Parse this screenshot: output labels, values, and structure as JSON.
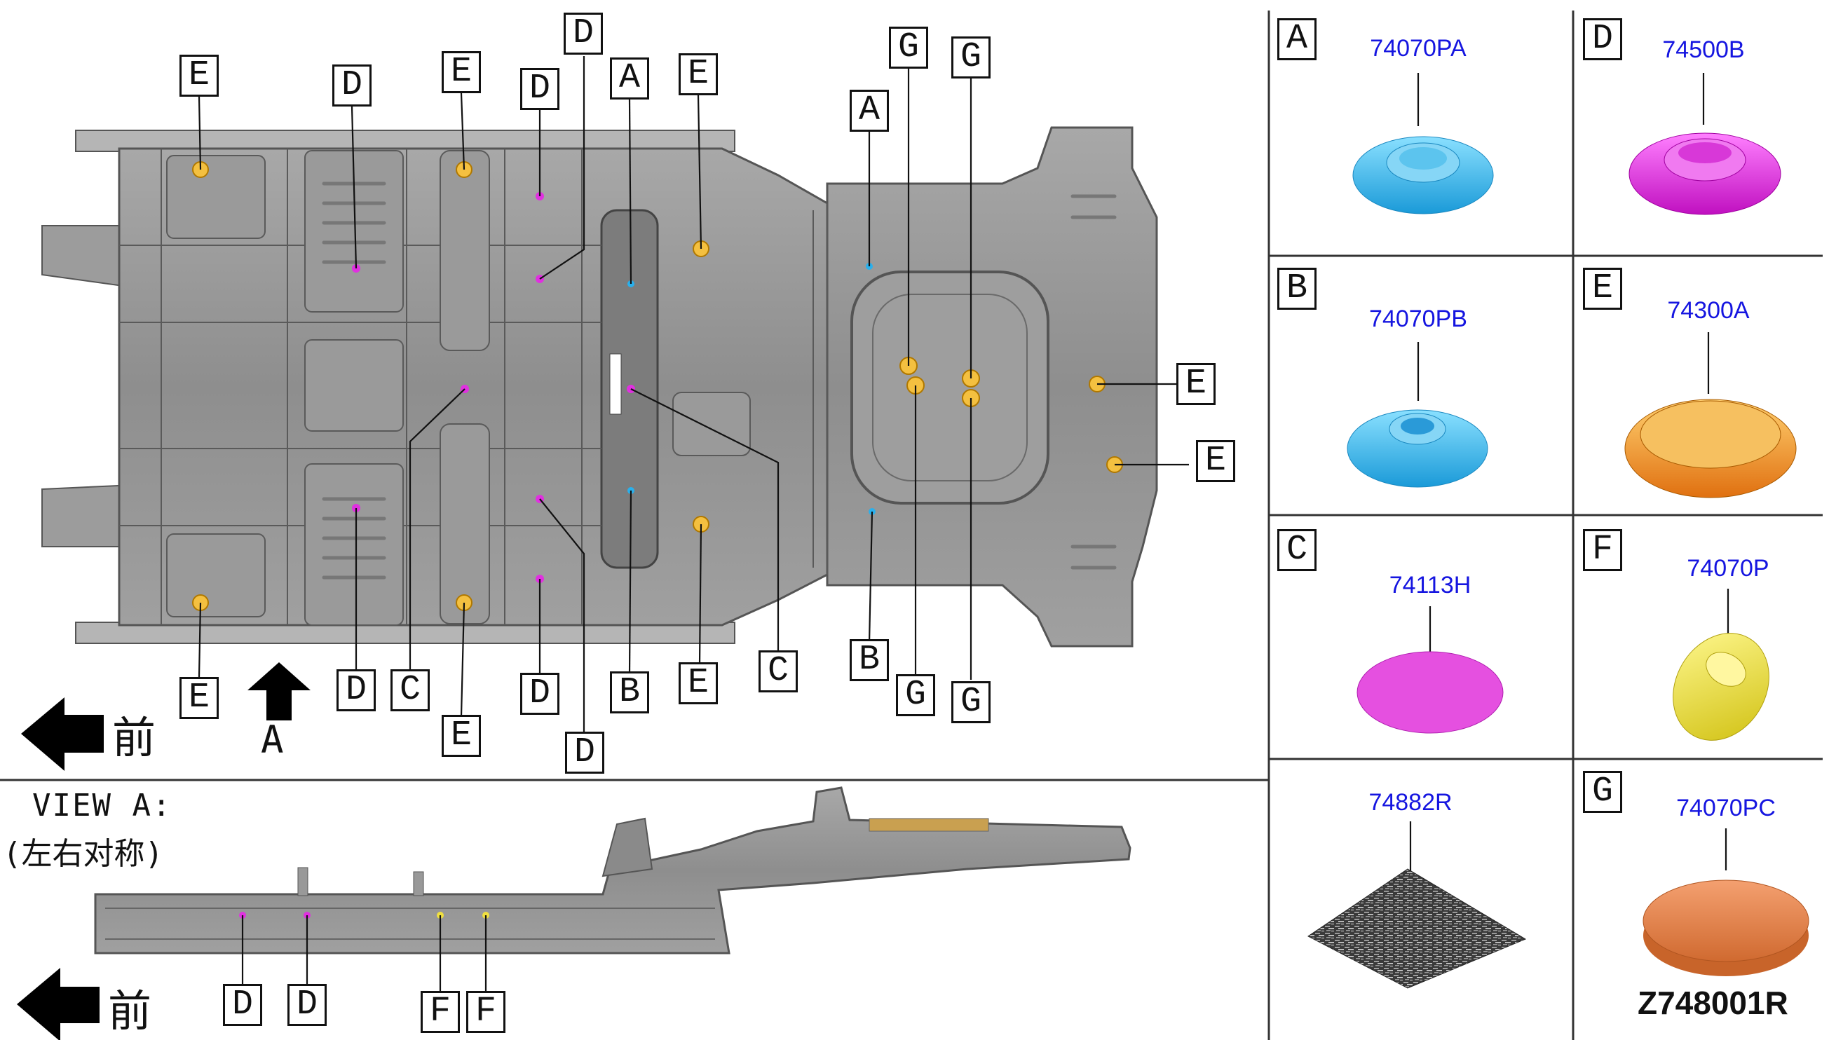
{
  "front_text": "前",
  "view_label": "VIEW A:",
  "view_note": "(左右对称)",
  "view_arrow_label": "A",
  "drawing_code": "Z748001R",
  "top_callouts": [
    {
      "id": "c1",
      "letter": "E"
    },
    {
      "id": "c2",
      "letter": "D"
    },
    {
      "id": "c3",
      "letter": "E"
    },
    {
      "id": "c4",
      "letter": "D"
    },
    {
      "id": "c5",
      "letter": "D"
    },
    {
      "id": "c6",
      "letter": "A"
    },
    {
      "id": "c7",
      "letter": "E"
    },
    {
      "id": "c8",
      "letter": "G"
    },
    {
      "id": "c9",
      "letter": "G"
    },
    {
      "id": "c10",
      "letter": "A"
    },
    {
      "id": "c11",
      "letter": "E"
    },
    {
      "id": "c12",
      "letter": "E"
    },
    {
      "id": "c13",
      "letter": "E"
    },
    {
      "id": "c14",
      "letter": "D"
    },
    {
      "id": "c15",
      "letter": "C"
    },
    {
      "id": "c16",
      "letter": "E"
    },
    {
      "id": "c17",
      "letter": "D"
    },
    {
      "id": "c18",
      "letter": "D"
    },
    {
      "id": "c19",
      "letter": "B"
    },
    {
      "id": "c20",
      "letter": "E"
    },
    {
      "id": "c21",
      "letter": "C"
    },
    {
      "id": "c22",
      "letter": "B"
    },
    {
      "id": "c23",
      "letter": "G"
    },
    {
      "id": "c24",
      "letter": "G"
    }
  ],
  "side_callouts": [
    {
      "id": "s1",
      "letter": "D"
    },
    {
      "id": "s2",
      "letter": "D"
    },
    {
      "id": "s3",
      "letter": "F"
    },
    {
      "id": "s4",
      "letter": "F"
    }
  ],
  "legend": [
    {
      "id": "A",
      "letter": "A",
      "part": "74070PA",
      "color": "#4fc3ec"
    },
    {
      "id": "D",
      "letter": "D",
      "part": "74500B",
      "color": "#e23be0"
    },
    {
      "id": "B",
      "letter": "B",
      "part": "74070PB",
      "color": "#4fc3ec"
    },
    {
      "id": "E",
      "letter": "E",
      "part": "74300A",
      "color": "#f0a830"
    },
    {
      "id": "C",
      "letter": "C",
      "part": "74113H",
      "color": "#e550e0"
    },
    {
      "id": "F",
      "letter": "F",
      "part": "74070P",
      "color": "#f0e040"
    },
    {
      "id": "N",
      "letter": "",
      "part": "74882R",
      "color": "#444444"
    },
    {
      "id": "G",
      "letter": "G",
      "part": "74070PC",
      "color": "#e8844a"
    }
  ]
}
